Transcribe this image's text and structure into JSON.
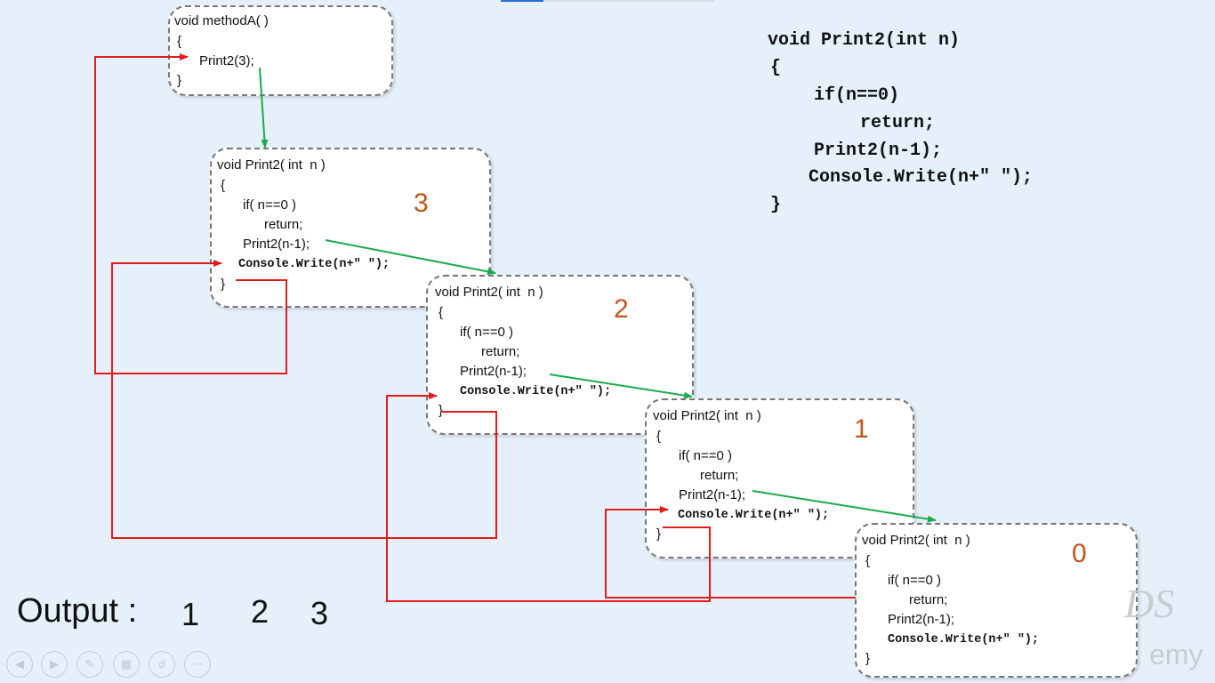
{
  "methodA": {
    "lines": [
      "void methodA( )",
      "{",
      "Print2(3);",
      "}"
    ]
  },
  "frames": [
    {
      "level": "3",
      "lines": [
        "void Print2( int  n )",
        "{",
        "if( n==0 )",
        "return;",
        "Print2(n-1);",
        "Console.Write(n+\" \");",
        "}"
      ]
    },
    {
      "level": "2",
      "lines": [
        "void Print2( int  n )",
        "{",
        "if( n==0 )",
        "return;",
        "Print2(n-1);",
        "Console.Write(n+\" \");",
        "}"
      ]
    },
    {
      "level": "1",
      "lines": [
        "void Print2( int  n )",
        "{",
        "if( n==0 )",
        "return;",
        "Print2(n-1);",
        "Console.Write(n+\" \");",
        "}"
      ]
    },
    {
      "level": "0",
      "lines": [
        "void Print2( int  n )",
        "{",
        "if( n==0 )",
        "return;",
        "Print2(n-1);",
        "Console.Write(n+\" \");",
        "}"
      ]
    }
  ],
  "code": {
    "lines": [
      "void Print2(int n)",
      "{",
      "if(n==0)",
      "return;",
      "Print2(n-1);",
      "Console.Write(n+\" \");",
      "}"
    ]
  },
  "output": {
    "label": "Output :",
    "values": [
      "1",
      "2",
      "3"
    ]
  },
  "toolbar": {
    "icons": [
      "prev-icon",
      "next-icon",
      "pen-icon",
      "slides-icon",
      "zoom-icon",
      "more-icon"
    ]
  },
  "colors": {
    "call_arrow": "#1aab4a",
    "return_arrow": "#e21b1b",
    "level_number": "#c0561c",
    "background": "#e6f0fa"
  }
}
